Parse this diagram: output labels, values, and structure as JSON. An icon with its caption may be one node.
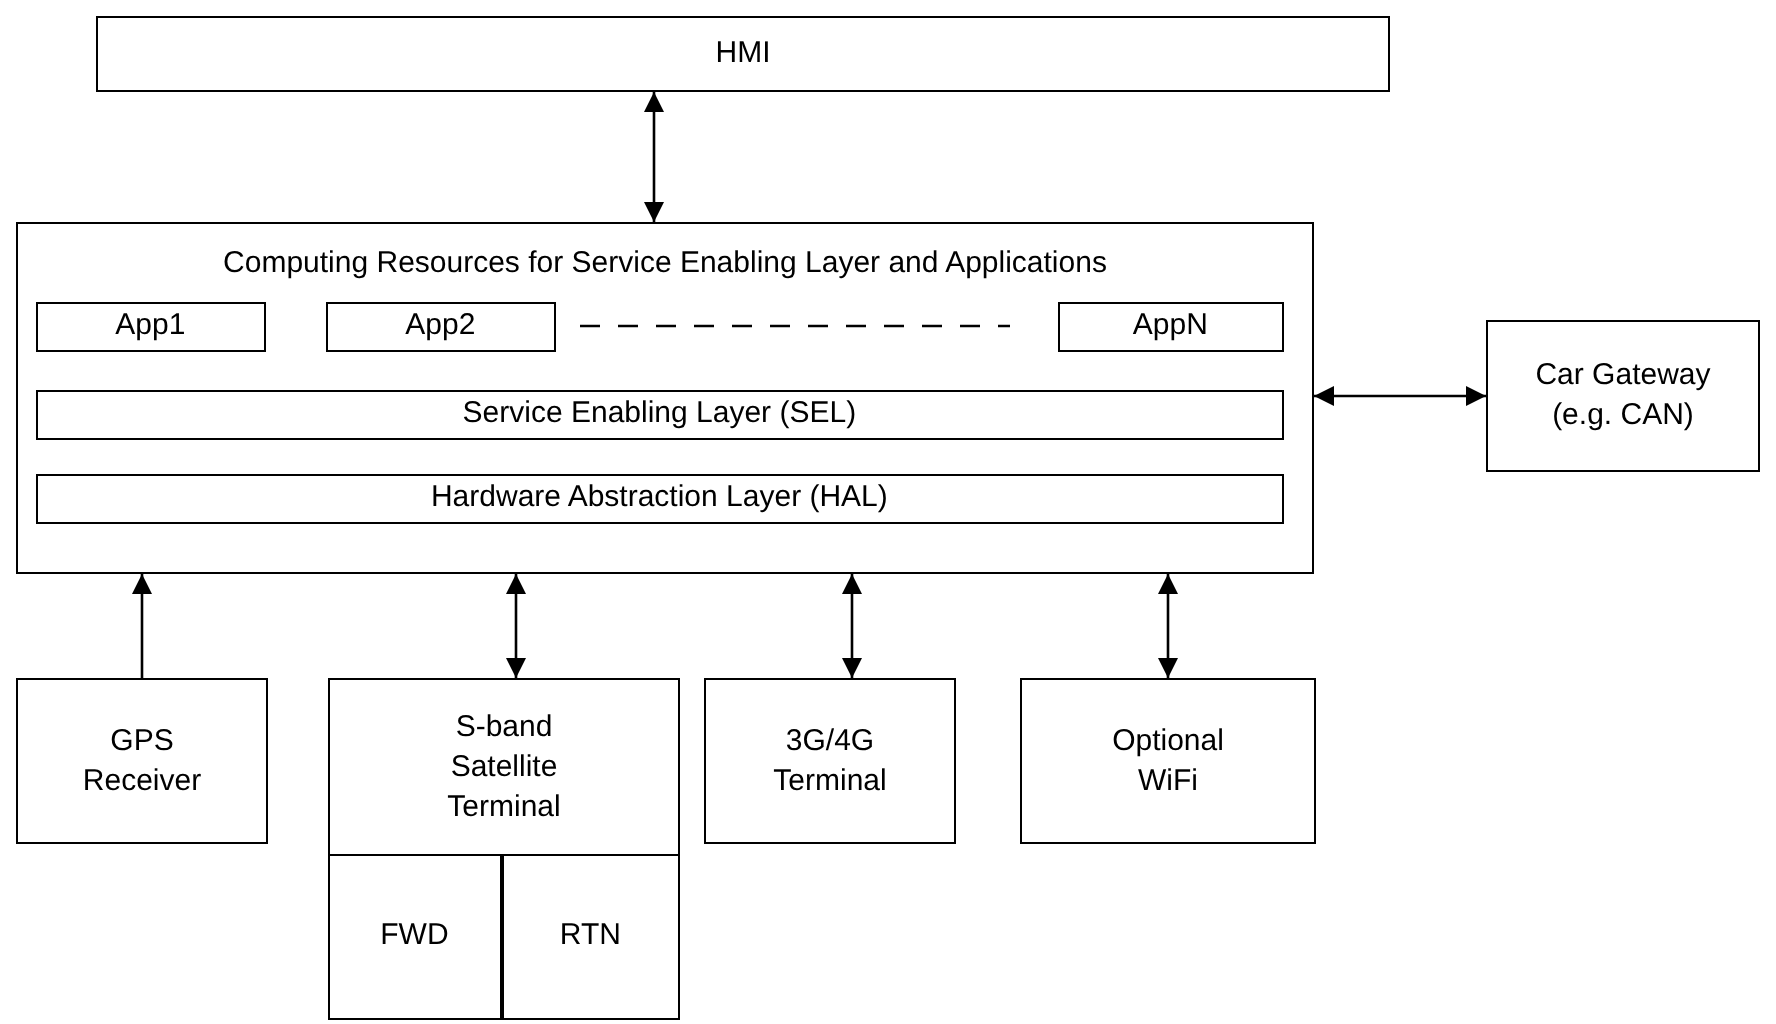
{
  "diagram": {
    "nodes": [
      {
        "text": [
          "HMI"
        ]
      },
      {
        "text": [
          "Computing Resources for Service Enabling Layer and Applications"
        ]
      },
      {
        "text": [
          "App1"
        ],
        "in": 1
      },
      {
        "text": [
          "App2"
        ],
        "in": 1
      },
      {
        "text": [
          "AppN"
        ],
        "in": 1
      },
      {
        "text": [
          "Service Enabling Layer (SEL)"
        ],
        "in": 1
      },
      {
        "text": [
          "Hardware Abstraction Layer (HAL)"
        ],
        "in": 1
      },
      {
        "text": [
          "Car Gateway (e.g. CAN)"
        ]
      },
      {
        "text": [
          "GPS Receiver"
        ]
      },
      {
        "text": [
          "S-band Satellite Terminal"
        ]
      },
      {
        "text": [
          "FWD"
        ],
        "in": 9
      },
      {
        "text": [
          "RTN"
        ],
        "in": 9
      },
      {
        "text": [
          "3G/4G Terminal"
        ]
      },
      {
        "text": [
          "Optional WiFi"
        ]
      }
    ],
    "edges": [
      {
        "from": 0,
        "to": 1,
        "arrow": "both"
      },
      {
        "from": 1,
        "to": 7,
        "arrow": "both"
      },
      {
        "from": 8,
        "to": 1,
        "arrow": "to"
      },
      {
        "from": 9,
        "to": 1,
        "arrow": "both"
      },
      {
        "from": 12,
        "to": 1,
        "arrow": "both"
      },
      {
        "from": 13,
        "to": 1,
        "arrow": "both"
      }
    ]
  }
}
